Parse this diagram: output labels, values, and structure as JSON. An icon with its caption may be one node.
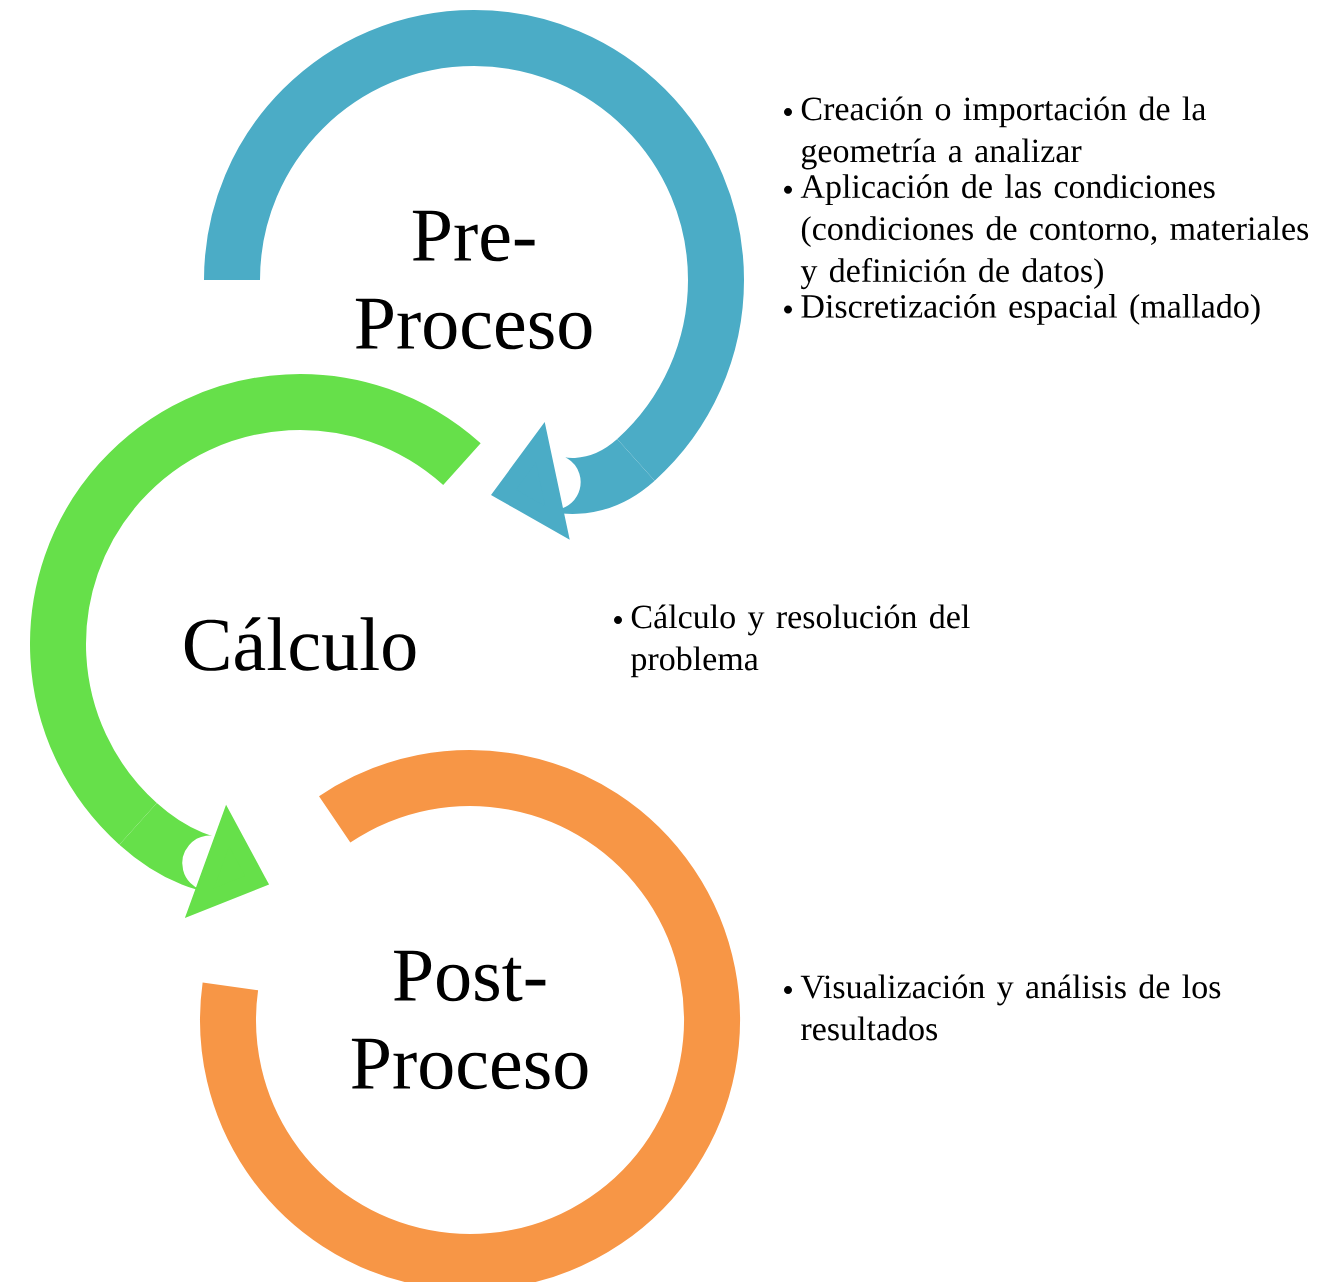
{
  "diagram": {
    "nodes": [
      {
        "text": [
          "Pre- Proceso"
        ]
      },
      {
        "text": [
          "Cálculo"
        ]
      },
      {
        "text": [
          "Post- Proceso"
        ]
      }
    ],
    "edges": [
      {
        "from": 0,
        "to": 1,
        "arrow": "to",
        "color": "#4bacc6"
      },
      {
        "from": 1,
        "to": 2,
        "arrow": "to",
        "color": "#66e04a"
      }
    ],
    "labels": [
      "Creación o importación de la geometría a analizar",
      "Aplicación de las condiciones (condiciones de contorno, materiales y definición de datos)",
      "Discretización espacial (mallado)",
      "Cálculo y resolución del problema",
      "Visualización y análisis de los resultados"
    ]
  }
}
